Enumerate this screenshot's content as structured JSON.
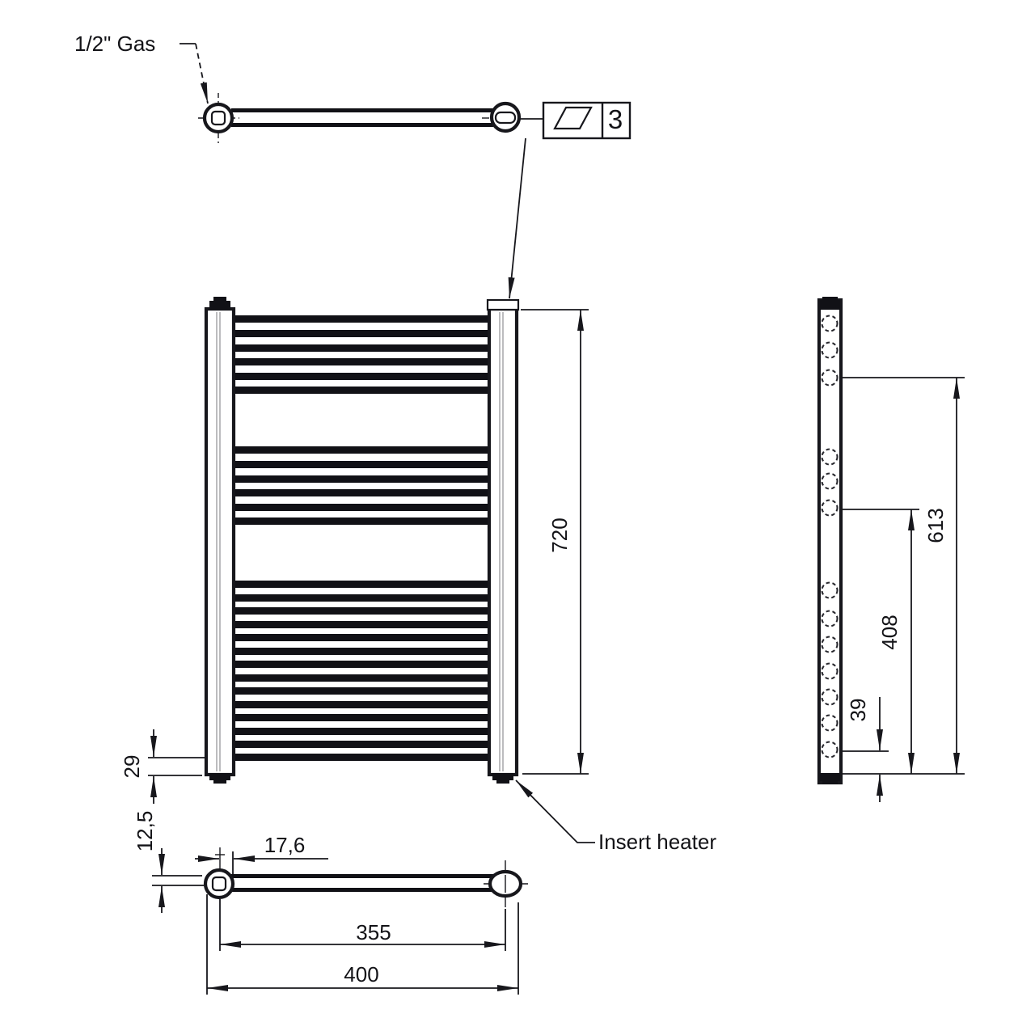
{
  "drawing": {
    "labels": {
      "gas_connection": "1/2\" Gas",
      "insert_heater": "Insert heater"
    },
    "flatness_callout": {
      "symbol": "parallelogram",
      "tolerance_value": "3"
    },
    "dimensions": {
      "overall_height_mm": "720",
      "upper_fixing_mm": "613",
      "lower_fixing_mm": "408",
      "side_bottom_offset_mm": "39",
      "front_bottom_offset_mm": "29",
      "connection_vertical_offset_mm": "12,5",
      "connection_horizontal_offset_mm": "17,6",
      "connection_centres_mm": "355",
      "overall_width_mm": "400"
    }
  }
}
